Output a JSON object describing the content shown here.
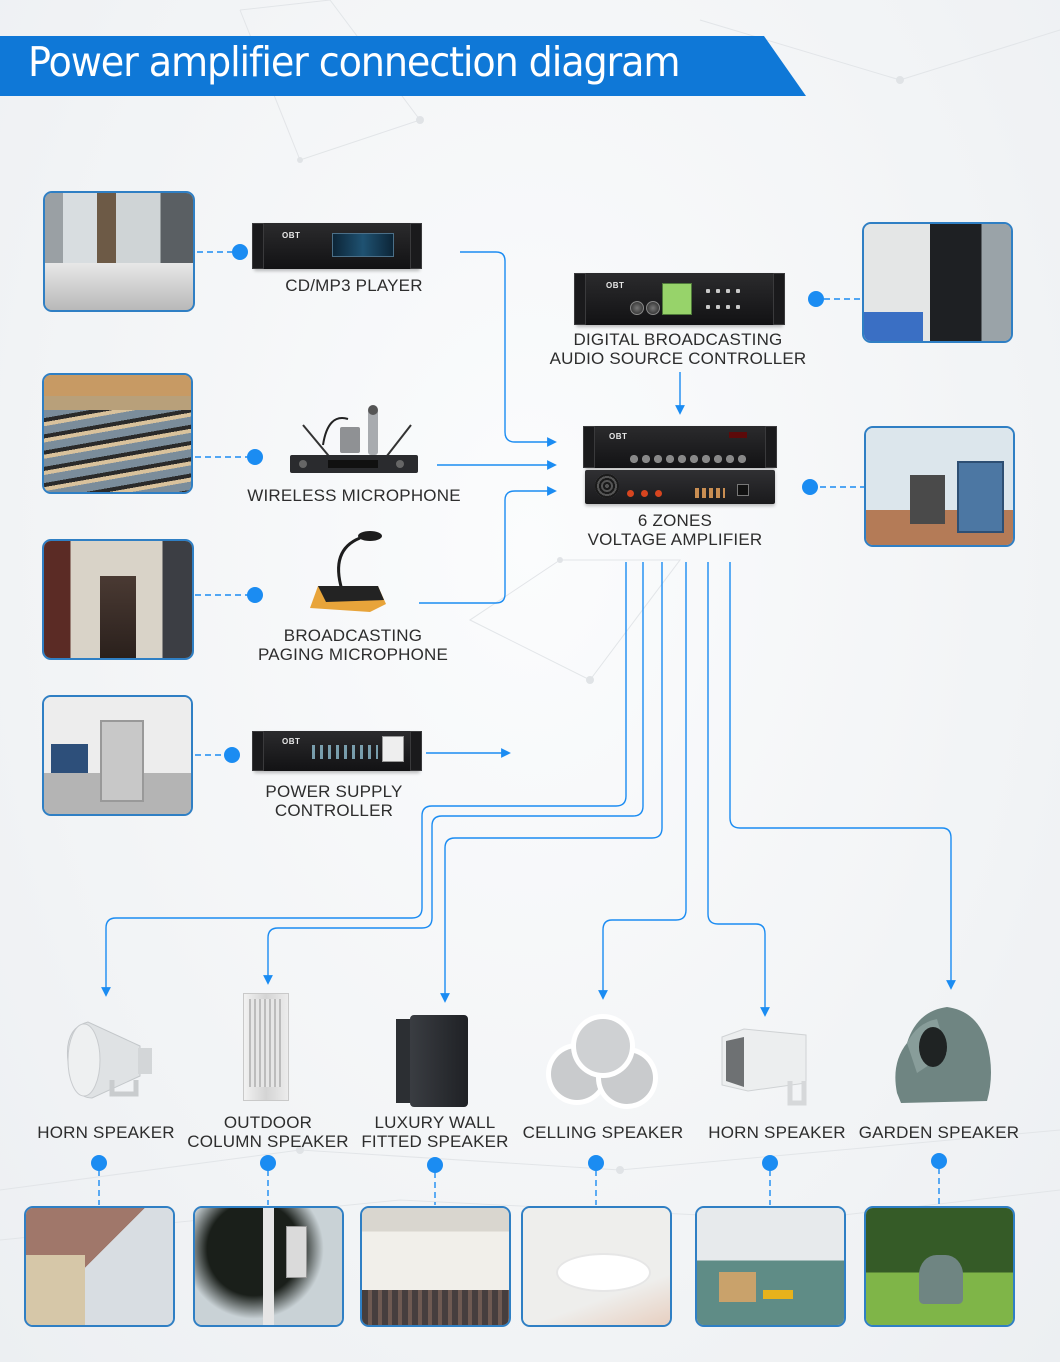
{
  "title": "Power amplifier connection diagram",
  "colors": {
    "accent": "#0f78d7",
    "connector": "#1b8cf2",
    "photo_border": "#2f7fc4",
    "label_text": "#2d2d2d"
  },
  "sources": [
    {
      "id": "cd-mp3-player",
      "label_lines": [
        "CD/MP3 PLAYER"
      ],
      "photo": "broadcast control room with equipment racks"
    },
    {
      "id": "wireless-microphone",
      "label_lines": [
        "WIRELESS MICROPHONE"
      ],
      "photo": "lecture hall with rows of desks"
    },
    {
      "id": "paging-microphone",
      "label_lines": [
        "BROADCASTING",
        "PAGING MICROPHONE"
      ],
      "photo": "conference room with gooseneck microphones"
    },
    {
      "id": "power-supply-controller",
      "label_lines": [
        "POWER SUPPLY",
        "CONTROLLER"
      ],
      "photo": "equipment cabinet room with computer"
    }
  ],
  "controller": {
    "label_lines": [
      "DIGITAL BROADCASTING",
      "AUDIO SOURCE CONTROLLER"
    ],
    "photo": "rack cabinet with desk microphones"
  },
  "amplifier": {
    "label_lines": [
      "6 ZONES",
      "VOLTAGE AMPLIFIER"
    ],
    "photo": "office with computer desk and rack cabinet",
    "brand": "OBT"
  },
  "zones": [
    {
      "id": "horn-speaker-1",
      "label_lines": [
        "HORN SPEAKER"
      ],
      "photo": "worker installing horn speakers on building"
    },
    {
      "id": "outdoor-column-speaker",
      "label_lines": [
        "OUTDOOR",
        "COLUMN SPEAKER"
      ],
      "photo": "column speaker mounted on pole under tree"
    },
    {
      "id": "luxury-wall-speaker",
      "label_lines": [
        "LUXURY WALL",
        "FITTED  SPEAKER"
      ],
      "photo": "meeting hall with wall speakers"
    },
    {
      "id": "ceiling-speaker",
      "label_lines": [
        "CELLING SPEAKER"
      ],
      "photo": "ceiling with recessed speaker and round light"
    },
    {
      "id": "horn-speaker-2",
      "label_lines": [
        "HORN SPEAKER"
      ],
      "photo": "warehouse with wall-mounted horn speaker"
    },
    {
      "id": "garden-speaker",
      "label_lines": [
        "GARDEN SPEAKER"
      ],
      "photo": "rock-shaped speaker on grass lawn"
    }
  ]
}
